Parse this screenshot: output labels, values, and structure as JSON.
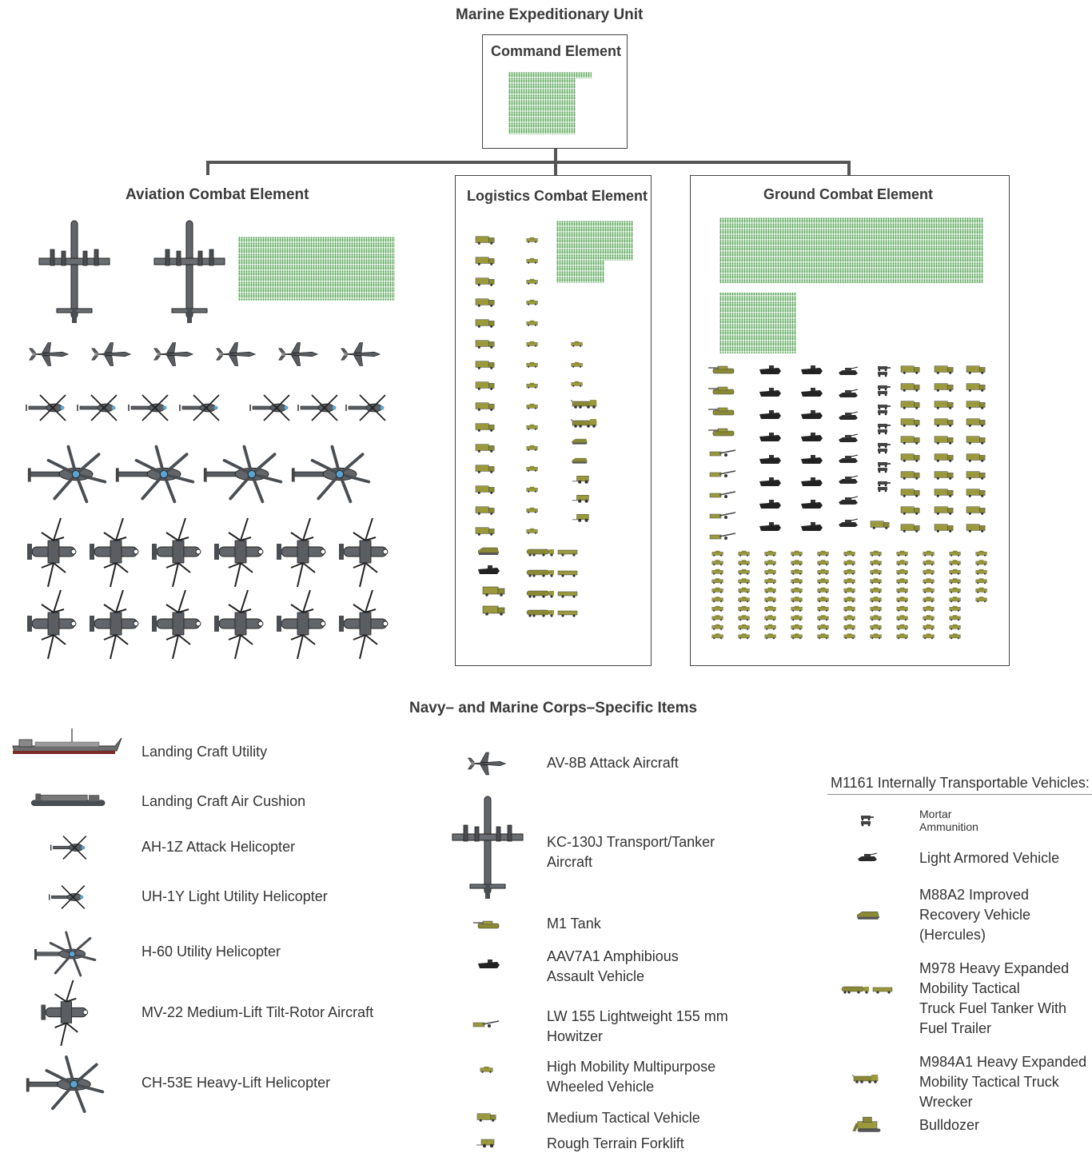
{
  "diagram": {
    "title": "Marine Expeditionary Unit",
    "command": {
      "title": "Command Element"
    },
    "aviation": {
      "title": "Aviation Combat Element"
    },
    "logistics": {
      "title": "Logistics Combat Element"
    },
    "ground": {
      "title": "Ground Combat Element"
    }
  },
  "legend": {
    "title": "Navy– and Marine Corps–Specific Items",
    "col1": [
      {
        "icon": "landing-craft-utility",
        "label": "Landing Craft Utility"
      },
      {
        "icon": "landing-craft-air-cushion",
        "label": "Landing Craft Air Cushion"
      },
      {
        "icon": "ah-1z-helicopter",
        "label": "AH-1Z Attack Helicopter"
      },
      {
        "icon": "uh-1y-helicopter",
        "label": "UH-1Y Light Utility Helicopter"
      },
      {
        "icon": "h-60-helicopter",
        "label": "H-60 Utility Helicopter"
      },
      {
        "icon": "mv-22-tiltrotor",
        "label": "MV-22 Medium-Lift Tilt-Rotor Aircraft"
      },
      {
        "icon": "ch-53e-helicopter",
        "label": "CH-53E Heavy-Lift Helicopter"
      }
    ],
    "col2": [
      {
        "icon": "av-8b-aircraft",
        "label": "AV-8B Attack Aircraft"
      },
      {
        "icon": "kc-130j-aircraft",
        "label_lines": [
          "KC-130J Transport/Tanker",
          "Aircraft"
        ]
      },
      {
        "icon": "m1-tank",
        "label": "M1 Tank"
      },
      {
        "icon": "aav7a1-vehicle",
        "label_lines": [
          "AAV7A1 Amphibious",
          "Assault Vehicle"
        ]
      },
      {
        "icon": "lw155-howitzer",
        "label_lines": [
          "LW 155 Lightweight 155 mm",
          "Howitzer"
        ]
      },
      {
        "icon": "hmmwv",
        "label_lines": [
          "High Mobility Multipurpose",
          "Wheeled Vehicle"
        ]
      },
      {
        "icon": "medium-tactical-vehicle",
        "label": "Medium Tactical Vehicle"
      },
      {
        "icon": "rough-terrain-forklift",
        "label": "Rough Terrain Forklift"
      }
    ],
    "col3": {
      "heading": "M1161 Internally Transportable Vehicles:",
      "sub_lines": [
        "Mortar",
        "Ammunition"
      ],
      "items": [
        {
          "icon": "light-armored-vehicle",
          "label": "Light Armored Vehicle"
        },
        {
          "icon": "m88a2-recovery",
          "label_lines": [
            "M88A2 Improved",
            "Recovery Vehicle",
            "(Hercules)"
          ]
        },
        {
          "icon": "m978-tanker",
          "label_lines": [
            "M978 Heavy Expanded",
            "Mobility Tactical",
            "Truck Fuel Tanker With",
            "Fuel Trailer"
          ]
        },
        {
          "icon": "m984a1-wrecker",
          "label_lines": [
            "M984A1 Heavy Expanded",
            "Mobility Tactical Truck",
            "Wrecker"
          ]
        },
        {
          "icon": "bulldozer",
          "label": "Bulldozer"
        }
      ]
    }
  },
  "colors": {
    "personnel": "#4a9a4a",
    "olive": "#8a8a3a",
    "aircraft": "#5a5e62",
    "dark_vehicle": "#2a2a2a",
    "line": "#555555"
  }
}
